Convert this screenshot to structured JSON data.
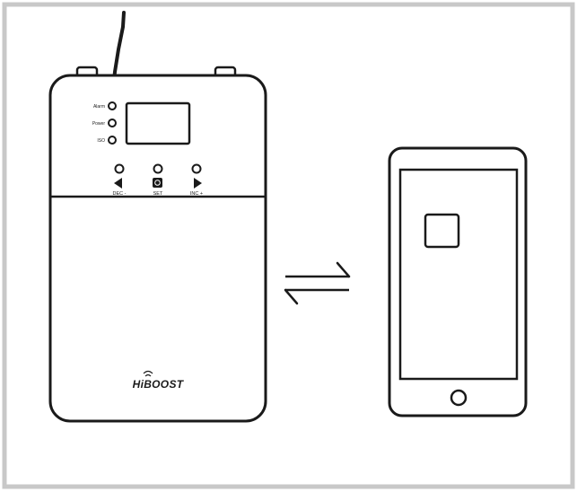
{
  "colors": {
    "frame": "#c8c8c8",
    "stroke": "#1a1a1a",
    "background": "#ffffff"
  },
  "device": {
    "indicators": [
      {
        "label": "Alarm"
      },
      {
        "label": "Power"
      },
      {
        "label": "ISO"
      }
    ],
    "buttons": [
      {
        "label": "DEC -",
        "icon": "triangle-left-icon"
      },
      {
        "label": "SET",
        "icon": "set-icon"
      },
      {
        "label": "INC +",
        "icon": "triangle-right-icon"
      }
    ],
    "brand": "HiBOOST"
  },
  "connection_icon": "bidirectional-arrows-icon",
  "phone": {
    "screen_icon": "app-square-icon",
    "home_button": "home-button-icon"
  }
}
